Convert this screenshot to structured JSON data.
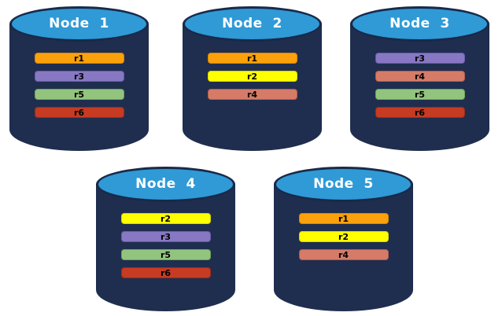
{
  "colors": {
    "cylinder_body": "#1F2E4F",
    "cylinder_top": "#2F9AD6",
    "cylinder_outline": "#182A4B",
    "node_title_text": "#FFFFFF",
    "replica_label_text": "#000000",
    "replicas": {
      "r1": {
        "fill": "#FBA10B",
        "border": "#D88600"
      },
      "r2": {
        "fill": "#FFFF00",
        "border": "#D6D600"
      },
      "r3": {
        "fill": "#8878C3",
        "border": "#6A58AE"
      },
      "r4": {
        "fill": "#D57B68",
        "border": "#B35B4B"
      },
      "r5": {
        "fill": "#93C47D",
        "border": "#6FA356"
      },
      "r6": {
        "fill": "#C63B22",
        "border": "#9C2C15"
      }
    }
  },
  "nodes": [
    {
      "label": "Node  1",
      "replicas": [
        "r1",
        "r3",
        "r5",
        "r6"
      ]
    },
    {
      "label": "Node  2",
      "replicas": [
        "r1",
        "r2",
        "r4"
      ]
    },
    {
      "label": "Node  3",
      "replicas": [
        "r3",
        "r4",
        "r5",
        "r6"
      ]
    },
    {
      "label": "Node  4",
      "replicas": [
        "r2",
        "r3",
        "r5",
        "r6"
      ]
    },
    {
      "label": "Node  5",
      "replicas": [
        "r1",
        "r2",
        "r4"
      ]
    }
  ]
}
